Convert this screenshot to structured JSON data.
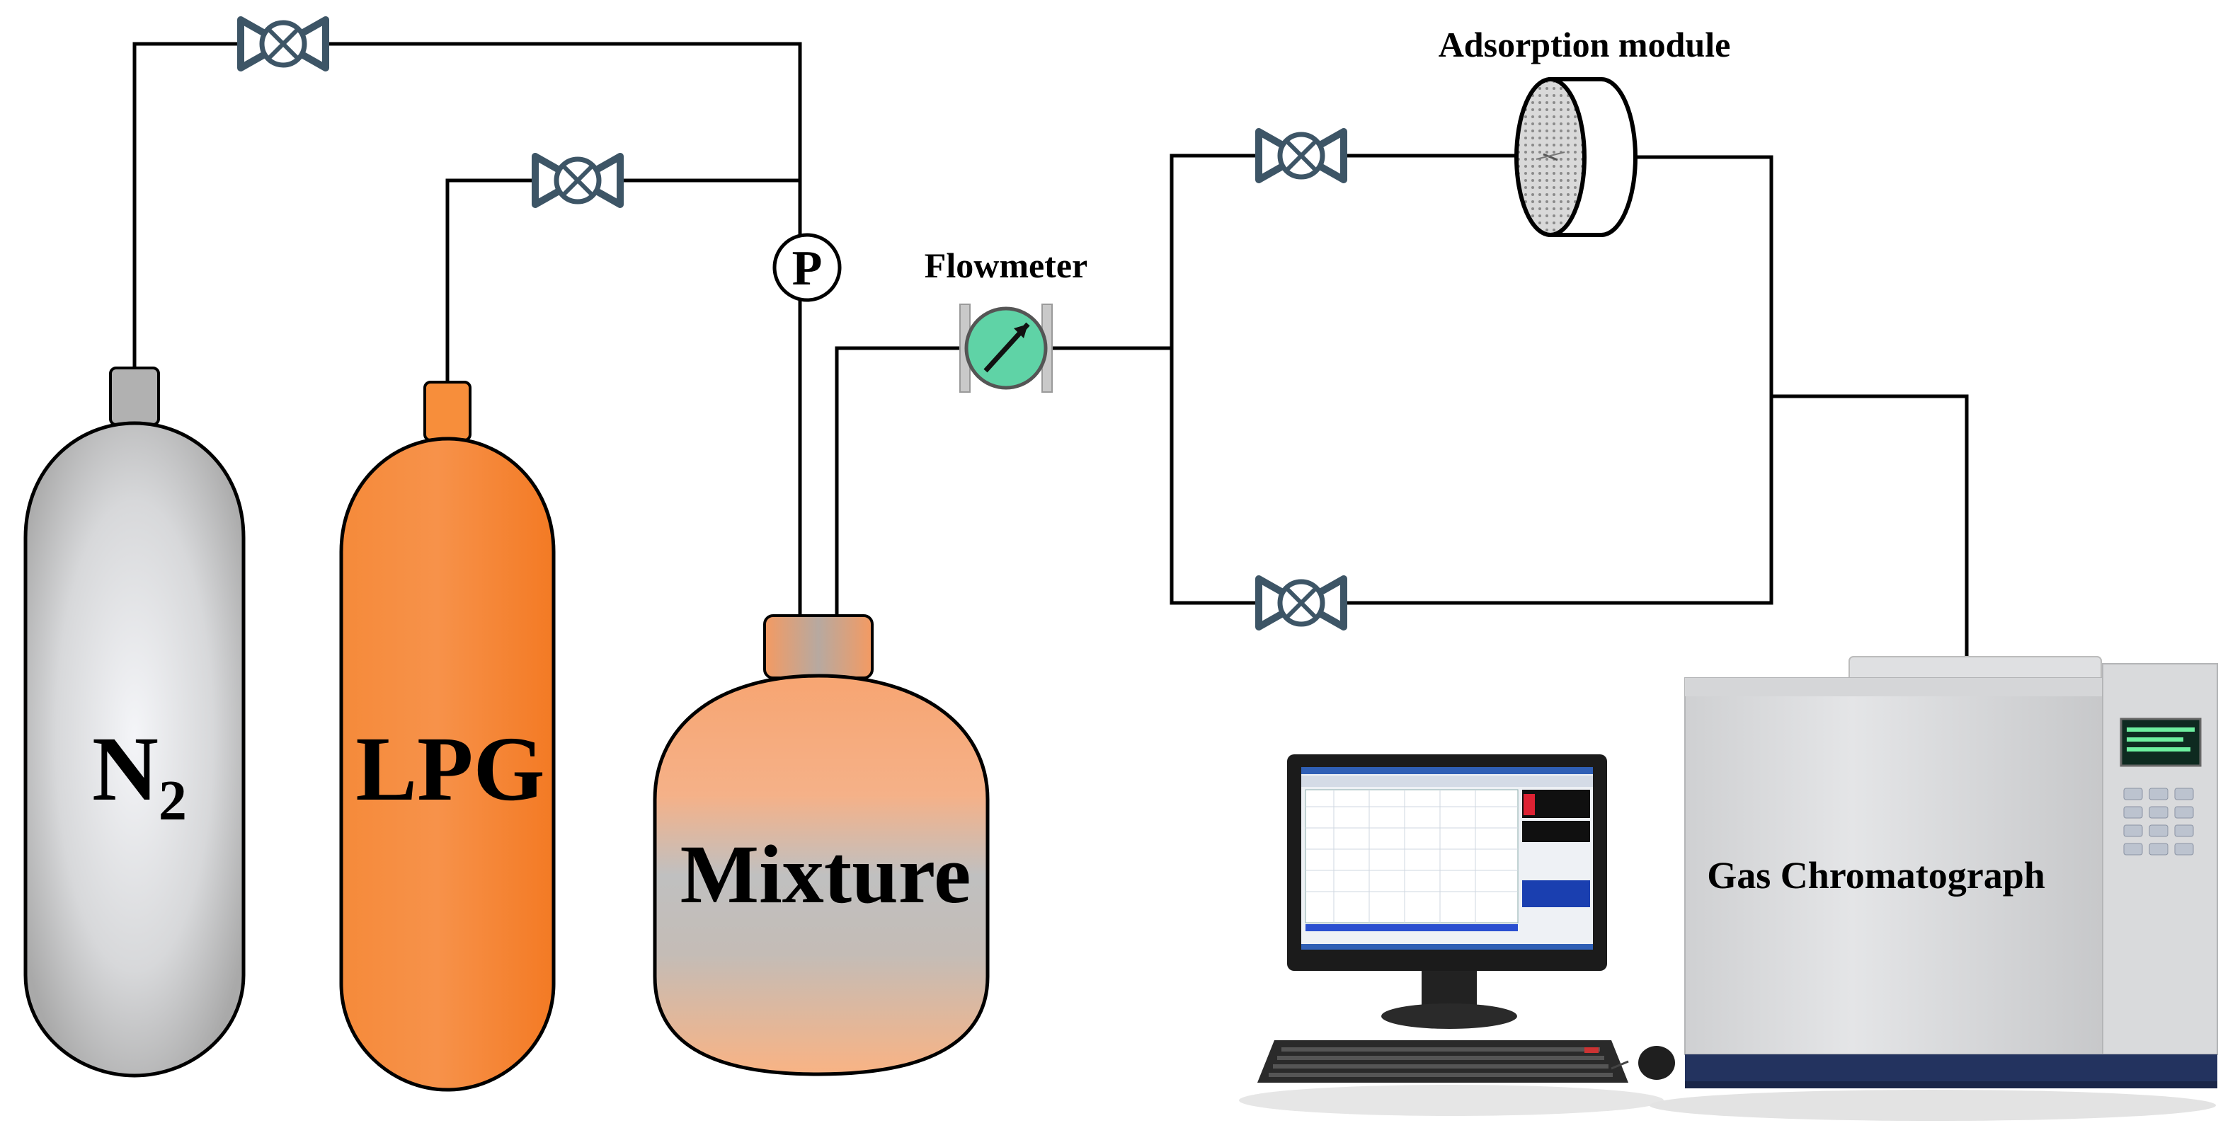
{
  "cylinders": {
    "n2": {
      "label": "N",
      "subscript": "2",
      "color_light": "#f2f3f5",
      "color_dark": "#b8b8b8"
    },
    "lpg": {
      "label": "LPG",
      "color_light": "#fbb079",
      "color_dark": "#f57f2a"
    },
    "mixture": {
      "label": "Mixture"
    }
  },
  "pressure_gauge": {
    "label": "P"
  },
  "flowmeter": {
    "label": "Flowmeter",
    "color": "#5fd3a6"
  },
  "adsorption_module": {
    "label": "Adsorption module"
  },
  "gas_chromatograph": {
    "label": "Gas Chromatograph"
  },
  "colors": {
    "pipe": "#000000",
    "valve": "#3d5566",
    "gc_base": "#23335f"
  }
}
